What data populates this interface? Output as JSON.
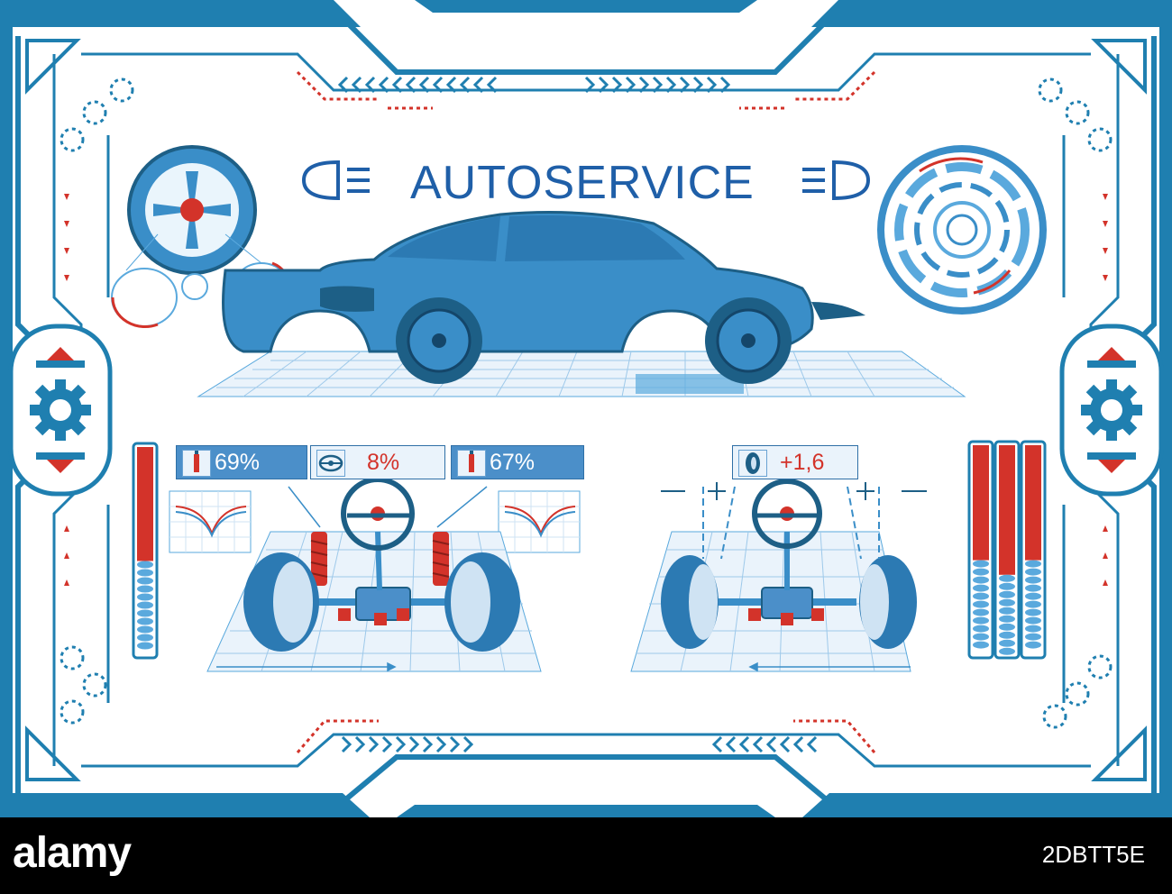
{
  "header": {
    "title": "AUTOSERVICE"
  },
  "indicators": [
    {
      "icon": "shock-absorber-icon",
      "value": "69%",
      "value_color": "#ffffff"
    },
    {
      "icon": "steering-wheel-icon",
      "value": "8%",
      "value_color": "#d3332a"
    },
    {
      "icon": "shock-absorber-icon",
      "value": "67%",
      "value_color": "#ffffff"
    },
    {
      "icon": "tire-icon",
      "value": "+1,6",
      "value_color": "#d3332a"
    }
  ],
  "gauges": {
    "left_level": 0.55,
    "right_levels": [
      0.55,
      0.62,
      0.55
    ]
  },
  "watermark": {
    "logo": "alamy",
    "image_id": "2DBTT5E"
  },
  "colors": {
    "primary": "#1f7fb0",
    "accent": "#d3332a",
    "light": "#5aa9dd",
    "dark": "#1d5f86"
  }
}
